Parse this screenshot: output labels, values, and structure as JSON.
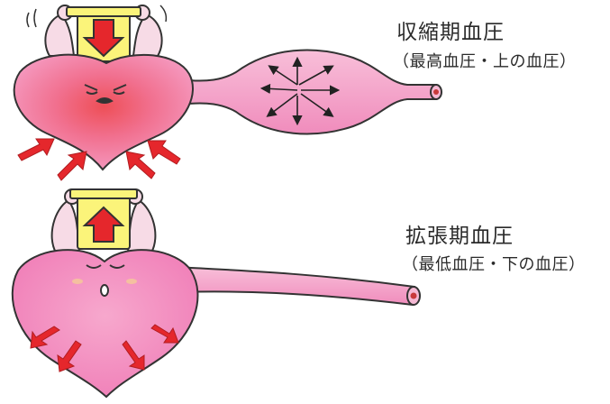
{
  "systolic": {
    "title": "収縮期血圧",
    "subtitle": "（最高血圧・上の血圧）"
  },
  "diastolic": {
    "title": "拡張期血圧",
    "subtitle": "（最低血圧・下の血圧）"
  },
  "colors": {
    "outline": "#333333",
    "heart_pink": "#f07fb0",
    "heart_light": "#f9a9cb",
    "cheek_red": "#e8403a",
    "arrow_red": "#e5272c",
    "handle_yellow": "#fbf47a",
    "vessel_pink": "#f4a6cb"
  }
}
